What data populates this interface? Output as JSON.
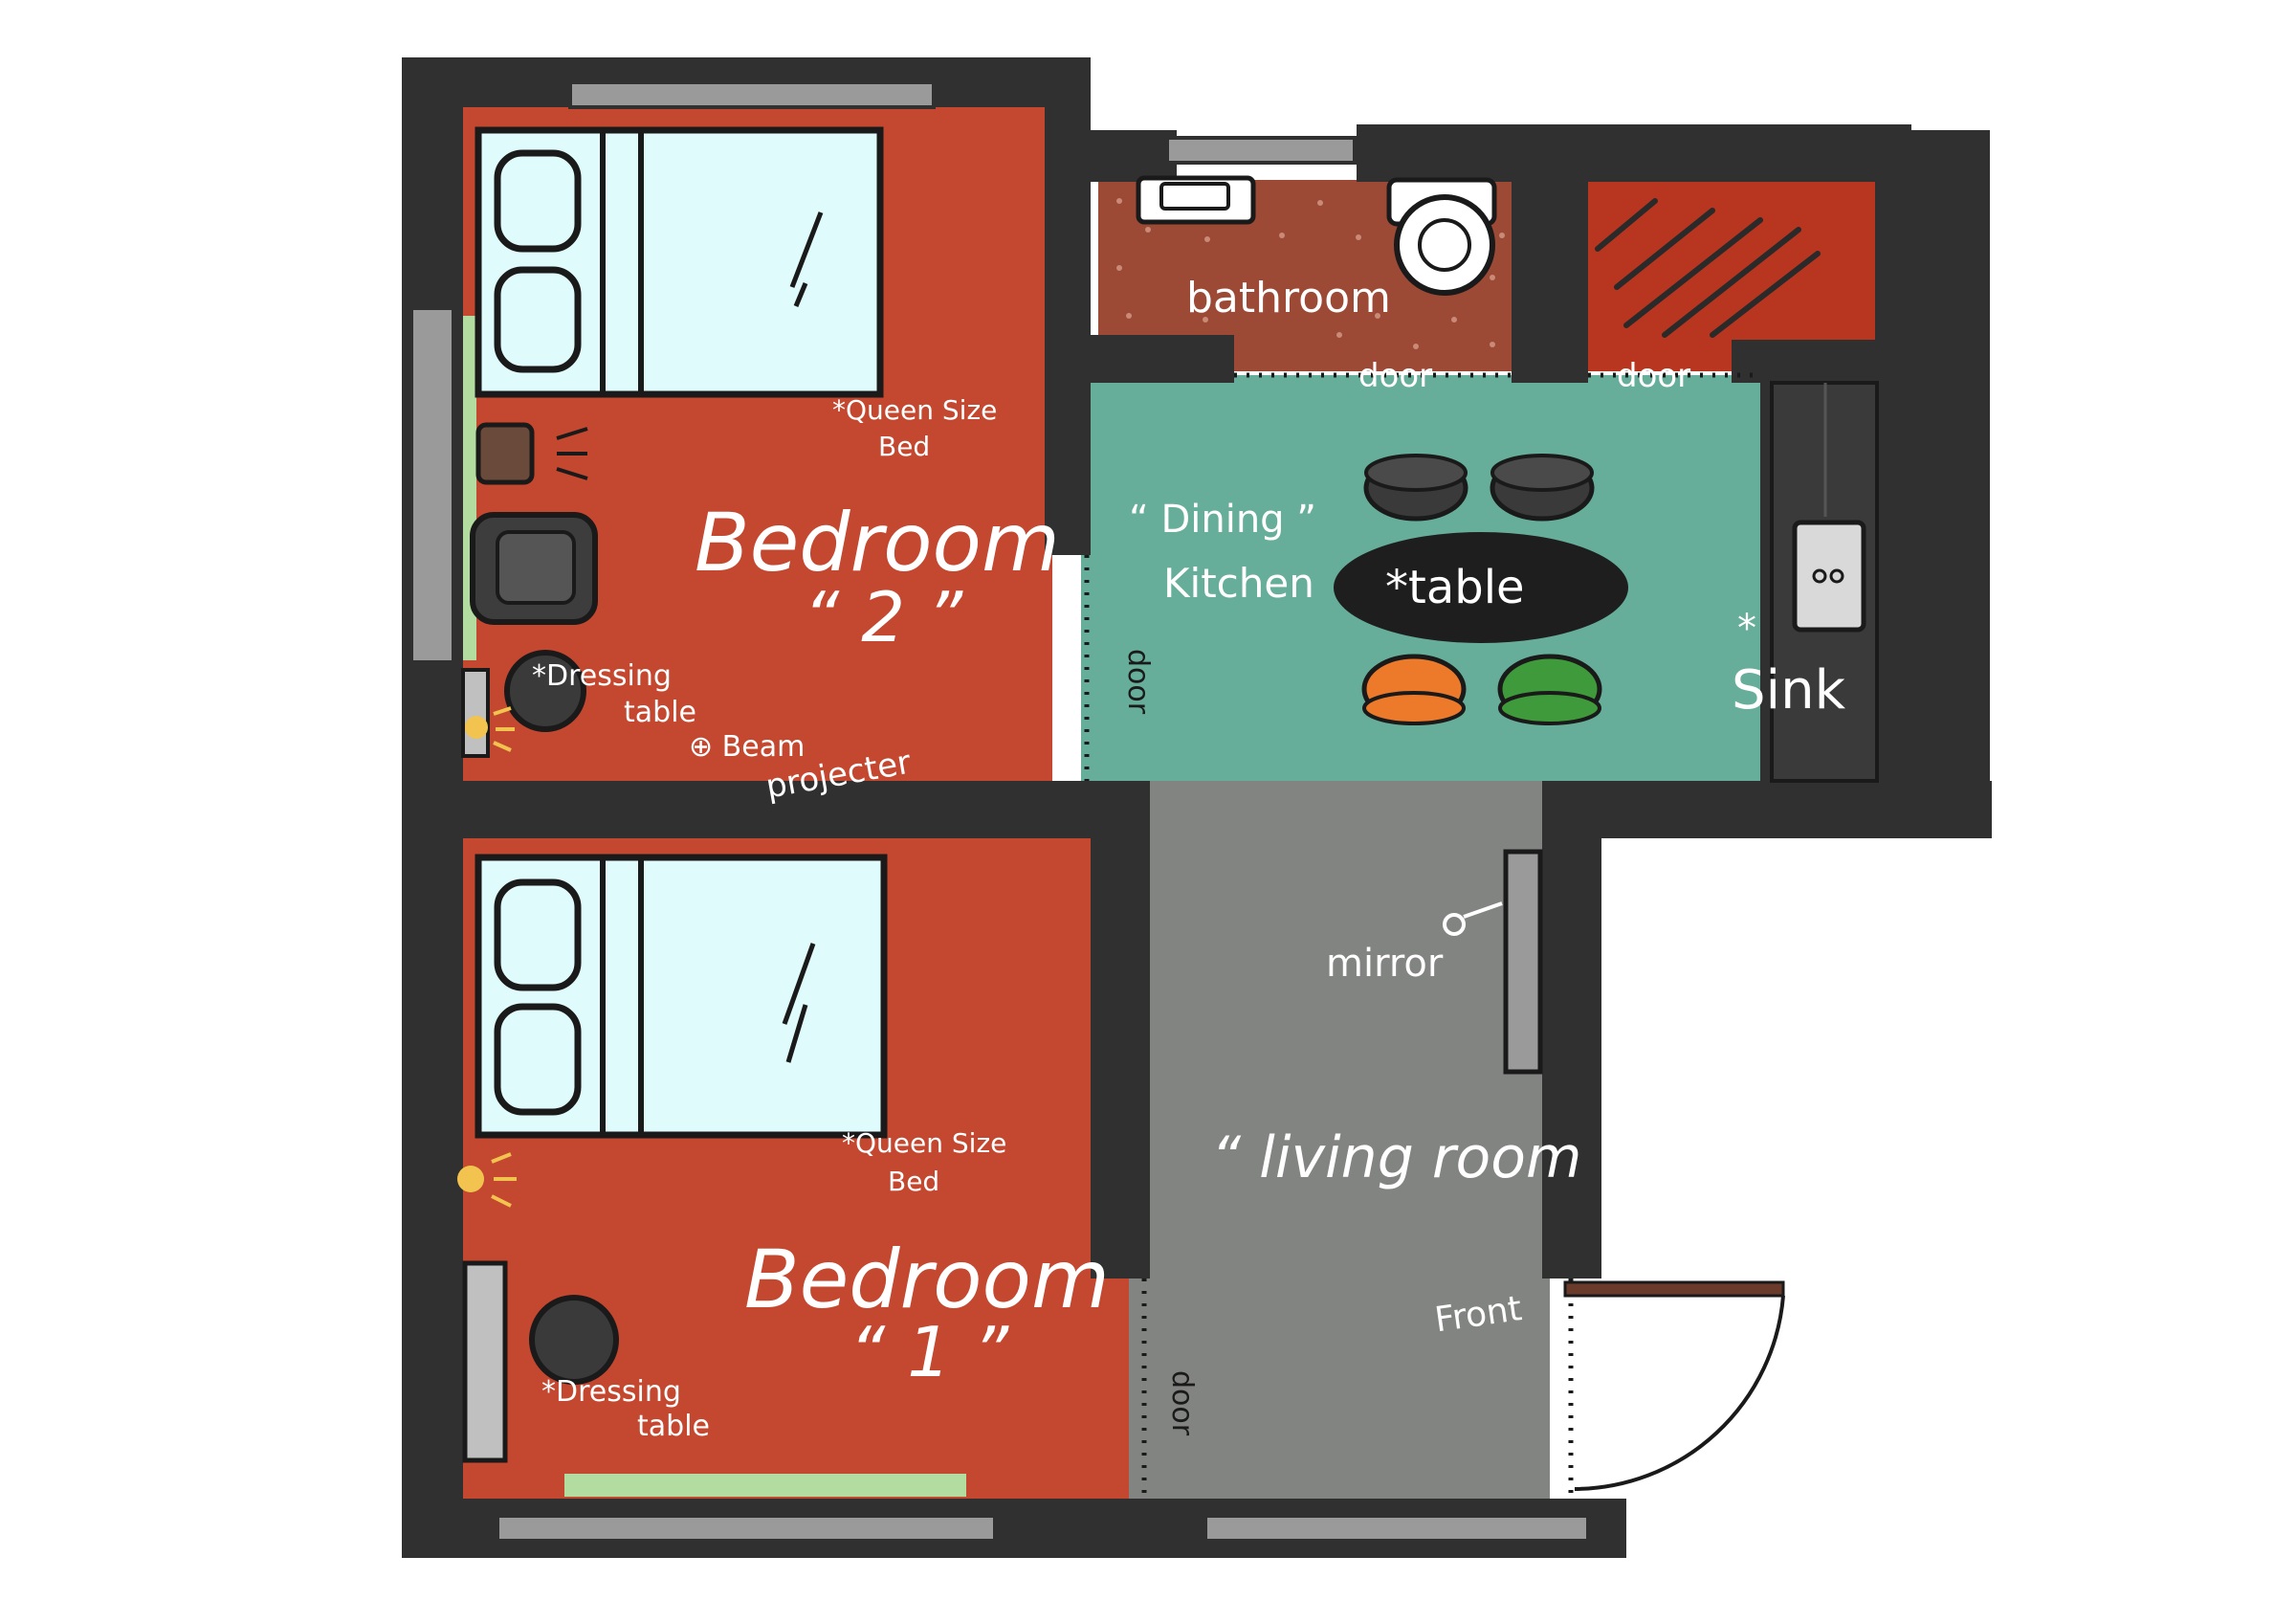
{
  "colors": {
    "wall": "#303030",
    "bedroom": "#c4472f",
    "kitchen": "#66ae99",
    "living": "#828481",
    "bathroom": "#9c4a36",
    "storage": "#b8351f",
    "bed_sheet": "#dffbfc",
    "window": "#9a9a9a",
    "label": "#ffffff"
  },
  "bedroom2": {
    "title": "Bedroom",
    "number": "“ 2 ”",
    "bed_line1": "*Queen Size",
    "bed_line2": "Bed",
    "dressing_line1": "*Dressing",
    "dressing_line2": "table",
    "projector_line1": "⊕ Beam",
    "projector_line2": "projecter",
    "door": "door"
  },
  "bedroom1": {
    "title": "Bedroom",
    "number": "“ 1 ”",
    "bed_line1": "*Queen Size",
    "bed_line2": "Bed",
    "dressing_line1": "*Dressing",
    "dressing_line2": "table",
    "door": "door"
  },
  "bathroom": {
    "label": "bathroom",
    "door": "door"
  },
  "storage": {
    "door": "door"
  },
  "kitchen": {
    "label_line1": "“ Dining ”",
    "label_line2": "Kitchen",
    "table": "*table",
    "sink_star": "*",
    "sink": "Sink"
  },
  "living": {
    "label": "“ living room",
    "mirror": "mirror",
    "front": "Front"
  }
}
